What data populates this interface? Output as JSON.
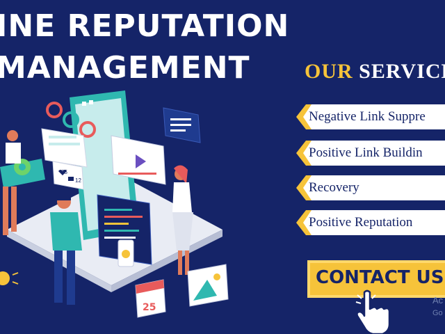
{
  "banner": {
    "headline_line1": "INE REPUTATION",
    "headline_line2": "MANAGEMENT",
    "services_title_our": "OUR",
    "services_title_rest": " SERVICE",
    "services": [
      {
        "label": "Negative Link Suppre"
      },
      {
        "label": "Positive Link Buildin"
      },
      {
        "label": "Recovery"
      },
      {
        "label": "Positive Reputation"
      }
    ],
    "contact_label": "CONTACT US",
    "watermark_line1": "Ac",
    "watermark_line2": "Go"
  },
  "illustration": {
    "chat_count_hearts": "25",
    "chat_count_comments": "12",
    "calendar_day": "25"
  },
  "colors": {
    "background": "#152468",
    "accent": "#f6c33a",
    "text_light": "#ffffff",
    "teal": "#2fb8b0"
  },
  "icons": [
    "gear-icon",
    "play-icon",
    "heart-icon",
    "comment-icon",
    "calendar-icon",
    "lightbulb-icon",
    "hand-pointer-icon",
    "mountain-image-icon"
  ]
}
